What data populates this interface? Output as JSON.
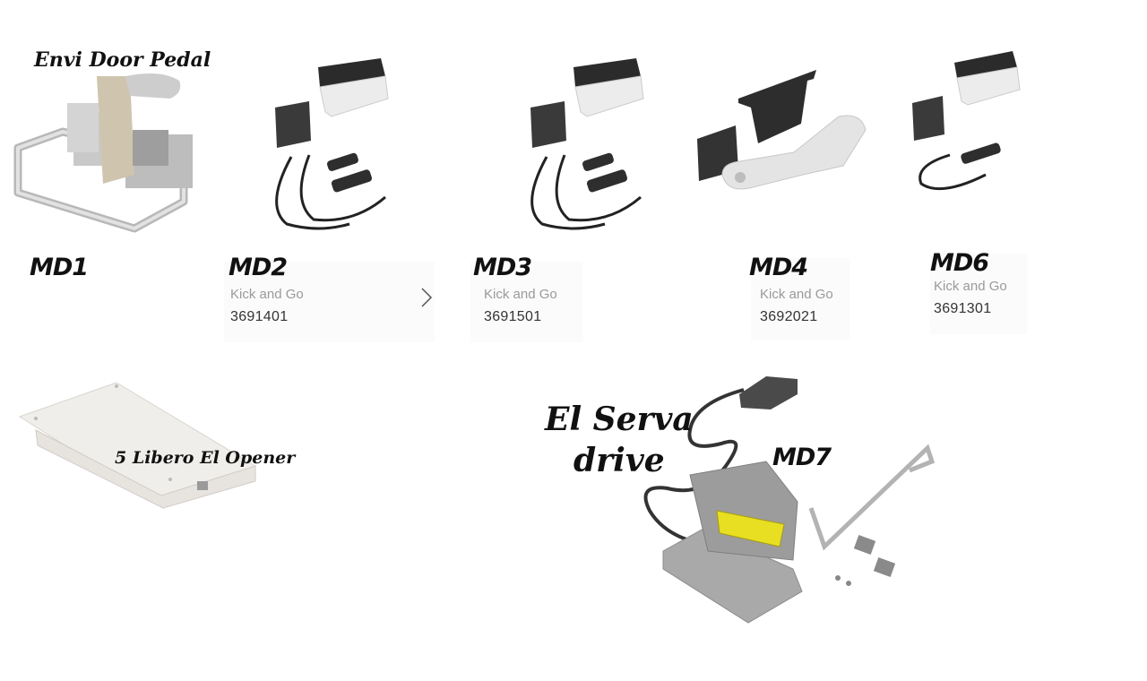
{
  "products": [
    {
      "model": "MD1",
      "caption": "Envi  Door Pedal"
    },
    {
      "model": "MD2",
      "subtitle": "Kick and Go",
      "code": "3691401"
    },
    {
      "model": "MD3",
      "subtitle": "Kick and Go",
      "code": "3691501"
    },
    {
      "model": "MD4",
      "subtitle": "Kick and Go",
      "code": "3692021"
    },
    {
      "model": "MD6",
      "subtitle": "Kick and Go",
      "code": "3691301"
    },
    {
      "caption": "5 Libero El Opener"
    },
    {
      "model": "MD7",
      "caption_line1": "El Serva",
      "caption_line2": "drive"
    }
  ],
  "icons": {
    "next": "chevron-right-icon"
  }
}
